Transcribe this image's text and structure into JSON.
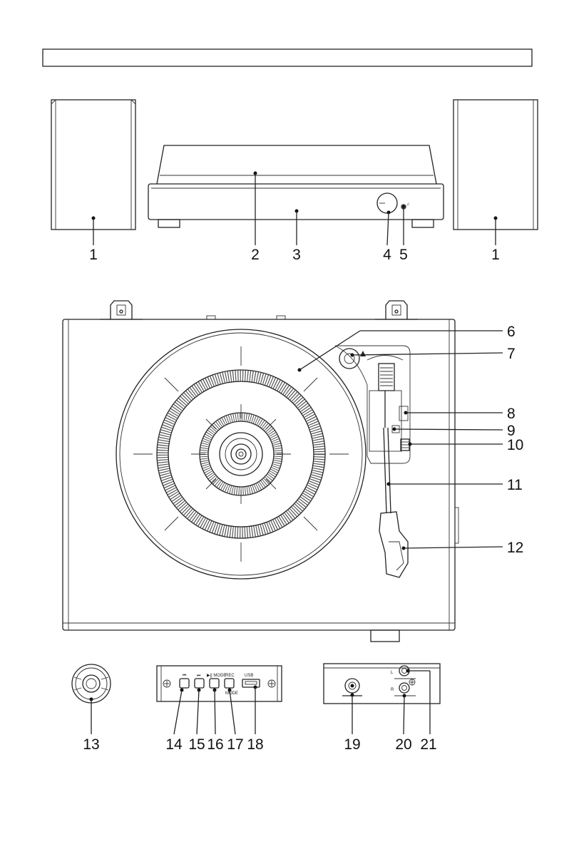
{
  "header": {
    "title": ""
  },
  "callouts": [
    "1",
    "2",
    "3",
    "4",
    "5",
    "1",
    "6",
    "7",
    "8",
    "9",
    "10",
    "11",
    "12",
    "13",
    "14",
    "15",
    "16",
    "17",
    "18",
    "19",
    "20",
    "21"
  ],
  "panel_labels": {
    "prev": "⏮",
    "next": "⏭",
    "play_mode": "▶|| MODE",
    "rec": "REC",
    "mode": "MODE",
    "usb": "USB"
  },
  "colors": {
    "line": "#222222",
    "background": "#ffffff"
  }
}
